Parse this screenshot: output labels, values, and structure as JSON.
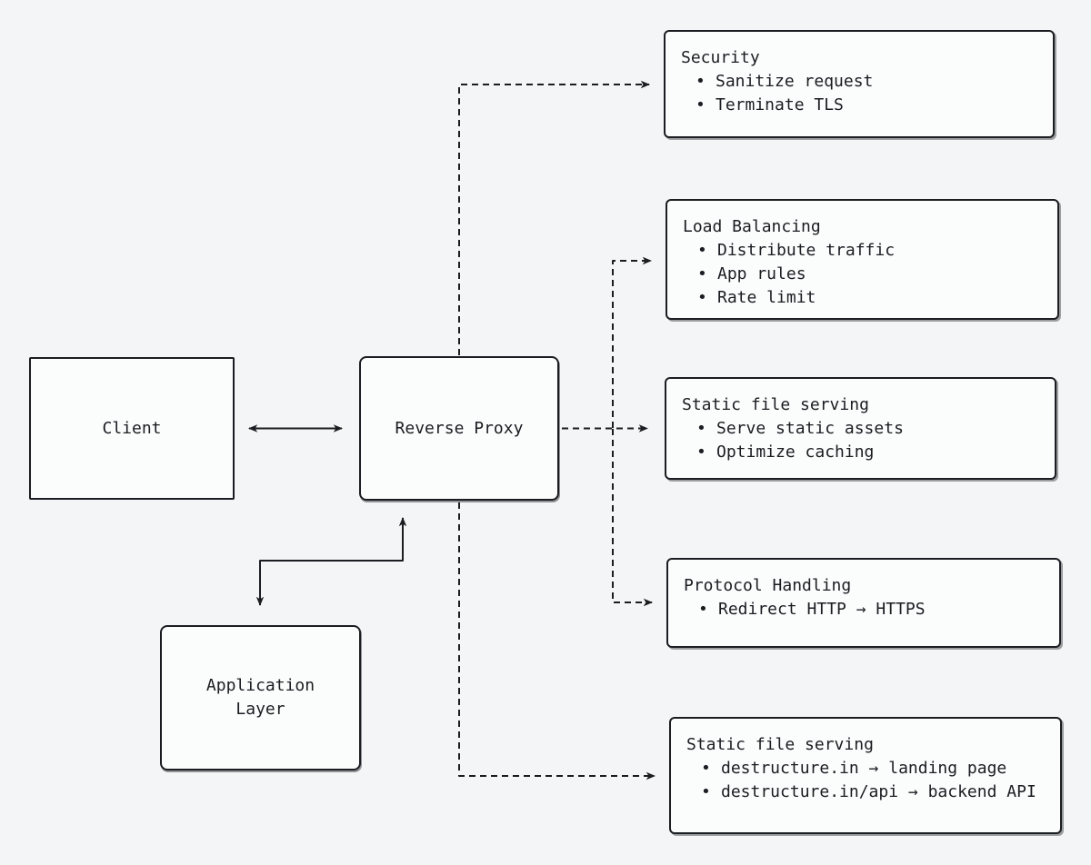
{
  "canvas": {
    "bg": "#f4f5f6",
    "ink": "#1a1d21",
    "box_fill": "#fbfcfc"
  },
  "nodes": {
    "client": {
      "label": "Client"
    },
    "reverse_proxy": {
      "label": "Reverse Proxy"
    },
    "application_layer": {
      "line1": "Application",
      "line2": "Layer"
    }
  },
  "feature_boxes": [
    {
      "title": "Security",
      "items": [
        "Sanitize request",
        "Terminate TLS"
      ]
    },
    {
      "title": "Load Balancing",
      "items": [
        "Distribute traffic",
        "App rules",
        "Rate limit"
      ]
    },
    {
      "title": "Static file serving",
      "items": [
        "Serve static assets",
        "Optimize caching"
      ]
    },
    {
      "title": "Protocol Handling",
      "items": [
        "Redirect HTTP → HTTPS"
      ]
    },
    {
      "title": "Static file serving",
      "items": [
        "destructure.in → landing page",
        "destructure.in/api → backend API"
      ]
    }
  ],
  "connectors": {
    "client_reverse_proxy": "bidirectional solid arrow",
    "reverse_proxy_application_layer": "bidirectional elbow solid arrow",
    "reverse_proxy_security": "dashed arrow",
    "reverse_proxy_load_balancing": "dashed arrow",
    "reverse_proxy_static_file_serving": "dashed arrow",
    "reverse_proxy_protocol_handling": "dashed arrow",
    "reverse_proxy_routing": "dashed arrow"
  },
  "ui": {
    "bullet": "•"
  }
}
